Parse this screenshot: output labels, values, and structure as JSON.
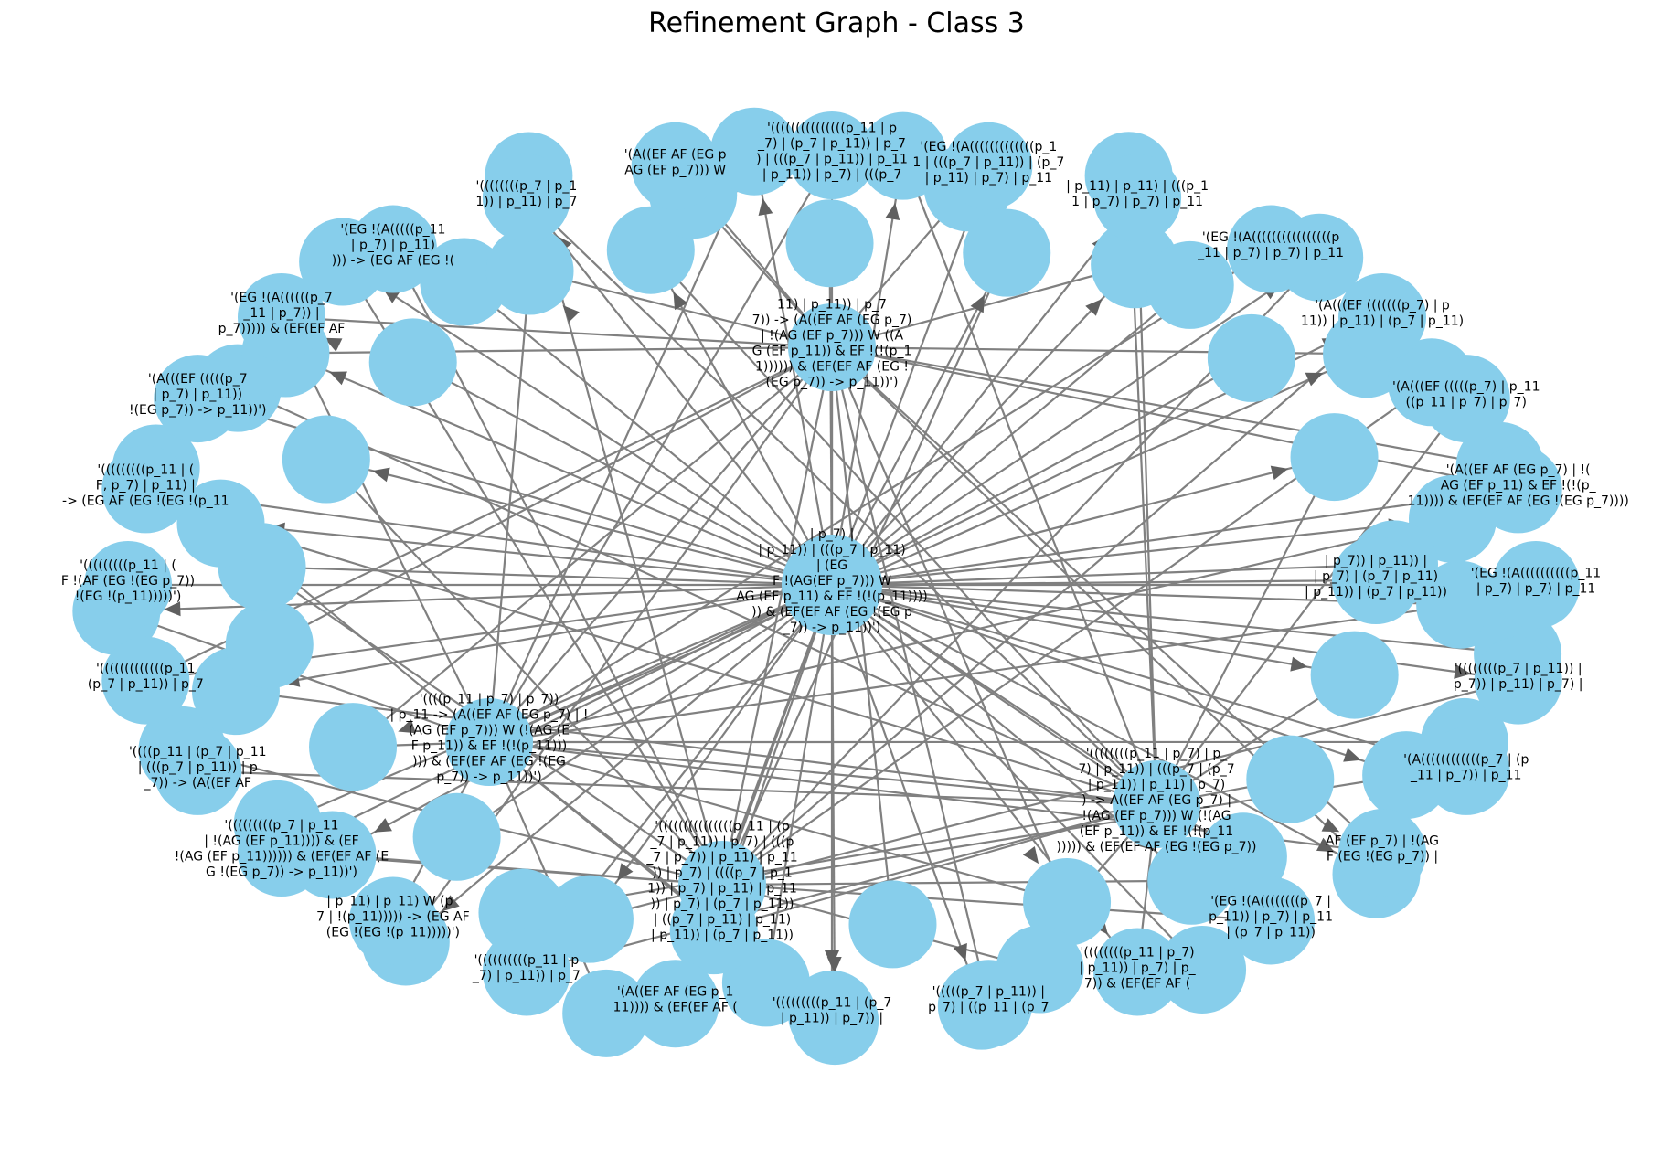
{
  "title": "Refinement Graph - Class 3",
  "colors": {
    "node": "#87ceeb",
    "edge": "#808080",
    "arrow": "#606060",
    "text": "#000000"
  },
  "nodes": [
    {
      "id": "c",
      "label": [
        "| p_7) |",
        "| p_11)) | (((p_7 | p_11)",
        "| (EG",
        "F !(AG(EF p_7))) W",
        "AG (EF p_11) & EF !(!(p_11))))",
        ")) & (EF(EF AF (EG !(EG p",
        "_7)) -> p_11))')"
      ]
    },
    {
      "id": "in1",
      "label": [
        "'((((p_11 | p_7) | p_7))",
        "| p_11 -> (A((EF AF (EG p_7) | !",
        "(AG (EF p_7))) W (!(AG (E",
        "F p_11)) & EF !(!(p_11)))",
        "))) & (EF(EF AF (EG !(EG",
        "p_7)) -> p_11))')"
      ]
    },
    {
      "id": "in2",
      "label": [
        "'(((((((((((((((p_11 | (p",
        "_7 | p_11)) | p_7) | (((p",
        "_7 | p_7)) | p_11) | p_11",
        ")) | p_7) | ((((p_7 | p_1",
        "1)) | p_7) | p_11) | p_11",
        ")) | p_7) | (p_7 | p_11))",
        "| ((p_7 | p_11) | p_11)",
        "| p_11)) | (p_7 | p_11))"
      ]
    },
    {
      "id": "in3",
      "label": [
        "'((((((((p_11 | p_7) | p_",
        "7) | p_11)) | (((p_7 | (p_7",
        "| p_11)) | p_11) | p_7)",
        ") -> A((EF AF (EG p_7) |",
        "!(AG (EF p_7))) W (!(AG",
        "(EF p_11)) & EF !(!(p_11",
        "))))) & (EF(EF AF (EG !(EG p_7))"
      ]
    },
    {
      "id": "in4",
      "label": [
        "11) | p_11)) | p_7",
        "7)) -> (A((EF AF (EG p_7)",
        "| !(AG (EF p_7))) W ((A",
        "G (EF p_11)) & EF !(!(p_1",
        "1)))))) & (EF(EF AF (EG !",
        "(EG p_7)) -> p_11))')"
      ]
    },
    {
      "id": "in5",
      "label": [
        "| p_7)) | p_11)) |",
        "| p_7) | (p_7 | p_11)",
        "| p_11)) | (p_7 | p_11))"
      ]
    },
    {
      "id": "r1",
      "label": [
        "'(((((((((((((((p_11 | p",
        "_7) | (p_7 | p_11)) | p_7",
        ") | (((p_7 | p_11)) | p_11",
        "| p_11)) | p_7) | (((p_7"
      ]
    },
    {
      "id": "r2",
      "label": [
        "'(EG !(A(((((((((((((p_1",
        "1 | (((p_7 | p_11)) | (p_7",
        "| p_11) | p_7) | p_11"
      ]
    },
    {
      "id": "r3",
      "label": [
        "| p_11) | p_11) | (((p_1",
        "1 | p_7) | p_7) | p_11"
      ]
    },
    {
      "id": "r4",
      "label": [
        "'(EG !(A((((((((((((((((p",
        "_11 | p_7) | p_7) | p_11"
      ]
    },
    {
      "id": "r5",
      "label": [
        "'(A(((EF (((((((p_7) | p",
        "11)) | p_11) | (p_7 | p_11)"
      ]
    },
    {
      "id": "r6",
      "label": [
        "'(A(((EF (((((p_7) | p_11",
        "((p_11 | p_7) | p_7)"
      ]
    },
    {
      "id": "r7",
      "label": [
        "'(A((EF AF (EG p_7) | !(",
        "AG (EF p_11) & EF !(!(p_",
        "11)))) & (EF(EF AF (EG !(EG p_7))))"
      ]
    },
    {
      "id": "r8",
      "label": [
        "'(EG !(A((((((((((p_11",
        "| p_7) | p_7) | p_11"
      ]
    },
    {
      "id": "r9",
      "label": [
        "'((((((((p_7 | p_11)) |",
        "p_7)) | p_11) | p_7) |"
      ]
    },
    {
      "id": "r10",
      "label": [
        "'(A((((((((((((p_7 | (p",
        "_11 | p_7)) | p_11"
      ]
    },
    {
      "id": "r11",
      "label": [
        "AF (EF p_7) | !(AG",
        "F (EG !(EG p_7)) |"
      ]
    },
    {
      "id": "r12",
      "label": [
        "'(EG !(A((((((((p_7 |",
        "p_11)) | p_7) | p_11",
        "| (p_7 | p_11))"
      ]
    },
    {
      "id": "r13",
      "label": [
        "'((((((((p_11 | p_7)",
        "| p_11)) | p_7) | p_",
        "7)) & (EF(EF AF ("
      ]
    },
    {
      "id": "r14",
      "label": [
        "'(((((p_7 | p_11)) |",
        "p_7) | ((p_11 | (p_7"
      ]
    },
    {
      "id": "r15",
      "label": [
        "'(((((((((p_11 | (p_7",
        "| p_11)) | p_7)) |"
      ]
    },
    {
      "id": "r16",
      "label": [
        "'(A((EF AF (EG p_1",
        "11)))) & (EF(EF AF ("
      ]
    },
    {
      "id": "r17",
      "label": [
        "'((((((((((p_11 | p",
        "_7) | p_11)) | p_7"
      ]
    },
    {
      "id": "r18",
      "label": [
        "| p_11) | p_11) W (p_",
        "7 | !(p_11))))) -> (EG AF",
        "(EG !(EG !(p_11)))))')"
      ]
    },
    {
      "id": "r19",
      "label": [
        "'(((((((((p_7 | p_11",
        "| !(AG (EF p_11)))) & (EF",
        "!(AG (EF p_11)))))) & (EF(EF AF (E",
        "G !(EG p_7)) -> p_11))')"
      ]
    },
    {
      "id": "r20",
      "label": [
        "'((((p_11 | (p_7 | p_11",
        "| (((p_7 | p_11)) | p",
        "_7)) -> (A((EF AF"
      ]
    },
    {
      "id": "r21",
      "label": [
        "'(((((((((((((p_11",
        "(p_7 | p_11)) | p_7"
      ]
    },
    {
      "id": "r22",
      "label": [
        "'(((((((((p_11 | (",
        "F !(AF (EG !(EG p_7))",
        "!(EG !(p_11)))))')"
      ]
    },
    {
      "id": "r23",
      "label": [
        "'(((((((((p_11 | (",
        "F, p_7) | p_11) |",
        "-> (EG AF (EG !(EG !(p_11"
      ]
    },
    {
      "id": "r24",
      "label": [
        "'(A(((EF (((((p_7",
        "| p_7) | p_11))",
        "!(EG p_7)) -> p_11))')"
      ]
    },
    {
      "id": "r25",
      "label": [
        "'(EG !(A((((((p_7",
        "_11 | p_7)) |",
        "p_7))))) & (EF(EF AF"
      ]
    },
    {
      "id": "r26",
      "label": [
        "'(EG !(A(((((p_11",
        "| p_7) | p_11)",
        "))) -> (EG AF (EG !("
      ]
    },
    {
      "id": "r27",
      "label": [
        "'((((((((p_7 | p_1",
        "1)) | p_11) | p_7"
      ]
    },
    {
      "id": "r28",
      "label": [
        "'(A((EF AF (EG p",
        "AG (EF p_7))) W"
      ]
    }
  ]
}
